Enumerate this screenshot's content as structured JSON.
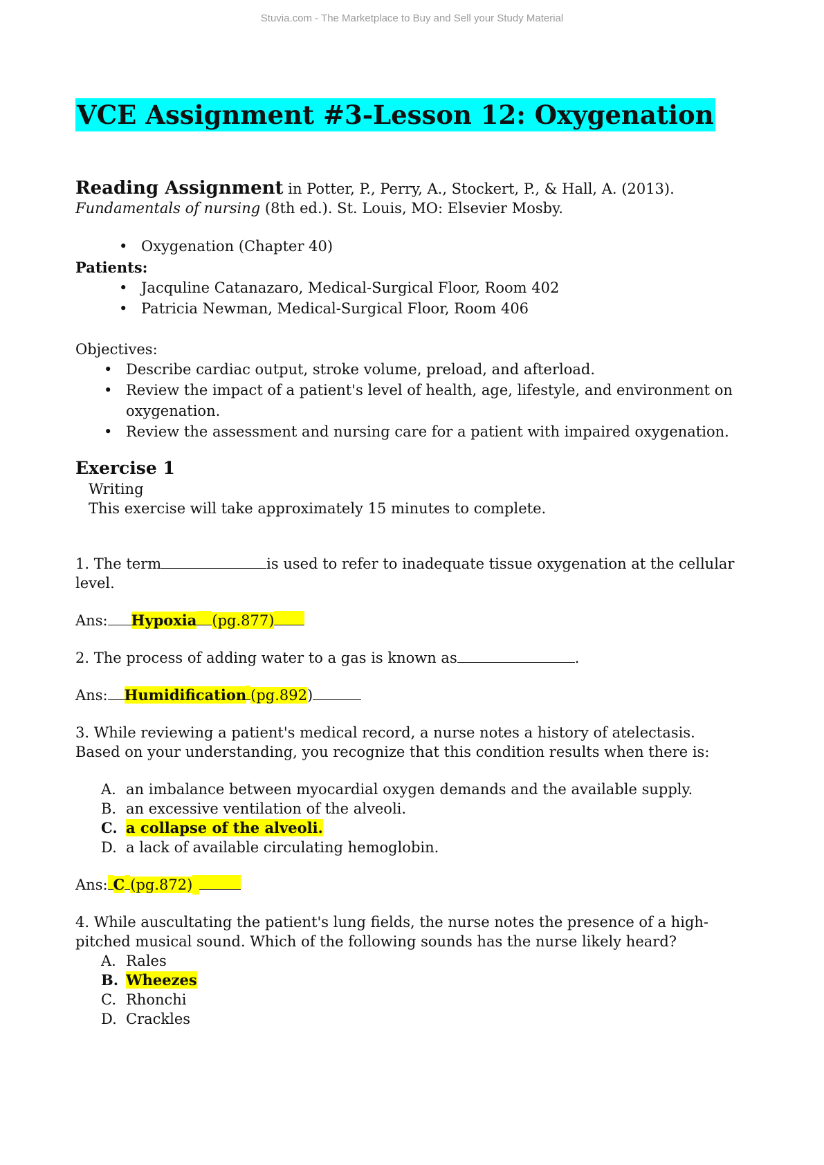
{
  "watermark": "Stuvia.com - The Marketplace to Buy and Sell your Study Material",
  "title": "VCE Assignment #3-Lesson 12: Oxygenation",
  "reading": {
    "lead": "Reading Assignment",
    "text_a": " in Potter, P., Perry, A., Stockert, P., & Hall, A. (2013). ",
    "book": "Fundamentals of nursing",
    "text_b": " (8th ed.). St. Louis, MO: Elsevier Mosby."
  },
  "chapter_items": [
    "Oxygenation (Chapter 40)"
  ],
  "patients": {
    "label": "Patients:",
    "items": [
      "Jacquline Catanazaro, Medical-Surgical Floor, Room 402",
      "Patricia Newman, Medical-Surgical Floor, Room 406"
    ]
  },
  "objectives": {
    "label": "Objectives:",
    "items": [
      "Describe cardiac output, stroke volume, preload, and afterload.",
      "Review the impact of a patient's level of health, age, lifestyle, and environment on oxygenation.",
      "Review the assessment and nursing care for a patient with impaired oxygenation."
    ]
  },
  "exercise": {
    "title": "Exercise 1",
    "type": "Writing",
    "duration": "This exercise will take approximately 15 minutes to complete."
  },
  "q1": {
    "pre": "1. The term",
    "post": "is used to refer to inadequate tissue oxygenation at the cellular level.",
    "ans_label": "Ans:",
    "ans_bold": "Hypoxia",
    "ans_ref": "(pg.877)"
  },
  "q2": {
    "pre": "2. The process of adding water to a gas is known as",
    "post": ".",
    "ans_label": "Ans:",
    "ans_bold": "Humidification",
    "ans_ref": "(pg.892",
    "ans_close": ")"
  },
  "q3": {
    "text": "3. While reviewing a patient's medical record, a nurse notes a history of atelectasis. Based on your understanding, you recognize that this condition results when there is:",
    "choices": [
      {
        "letter": "A.",
        "text": "an imbalance between myocardial oxygen demands and the available supply."
      },
      {
        "letter": "B.",
        "text": "an excessive ventilation of the alveoli."
      },
      {
        "letter": "C.",
        "text": "a collapse of the alveoli."
      },
      {
        "letter": "D.",
        "text": "a lack of available circulating hemoglobin."
      }
    ],
    "ans_label": "Ans:",
    "ans_bold": "C",
    "ans_ref": "(pg.872)"
  },
  "q4": {
    "text": "4. While auscultating the patient's lung fields, the nurse notes the presence of a high- pitched musical sound. Which of the following sounds has the nurse likely heard?",
    "choices": [
      {
        "letter": "A.",
        "text": "Rales"
      },
      {
        "letter": "B.",
        "text": "Wheezes"
      },
      {
        "letter": "C.",
        "text": "Rhonchi"
      },
      {
        "letter": "D.",
        "text": "Crackles"
      }
    ]
  },
  "colors": {
    "title_highlight": "#00ffff",
    "answer_highlight": "#ffff00",
    "watermark": "#9a9a9a"
  }
}
